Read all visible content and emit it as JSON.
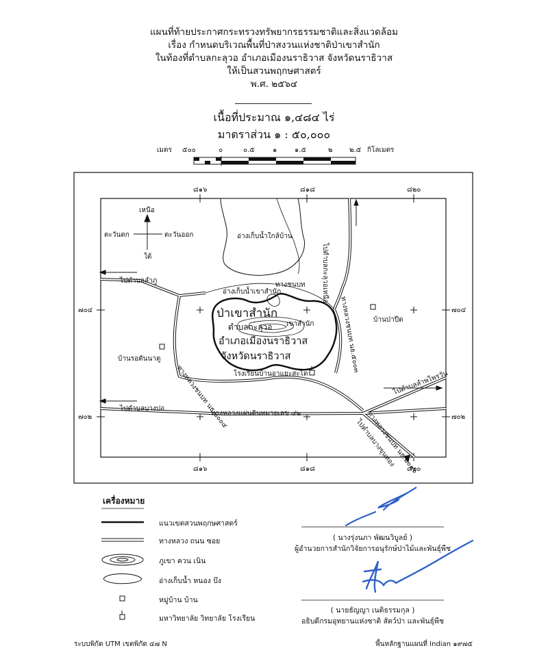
{
  "title": {
    "line1": "แผนที่ท้ายประกาศกระทรวงทรัพยากรธรรมชาติและสิ่งแวดล้อม",
    "line2": "เรื่อง  กำหนดบริเวณพื้นที่ป่าสงวนแห่งชาติป่าเขาสำนัก",
    "line3": "ในท้องที่ตำบลกะลุวอ  อำเภอเมืองนราธิวาส  จังหวัดนราธิวาส",
    "line4": "ให้เป็นสวนพฤกษศาสตร์",
    "year": "พ.ศ. ๒๕๖๔"
  },
  "area_text": "เนื้อที่ประมาณ  ๑,๔๘๔ ไร่",
  "scale_text": "มาตราส่วน  ๑ : ๕๐,๐๐๐",
  "scale_bar": {
    "unit_left": "เมตร",
    "unit_right": "กิโลเมตร",
    "ticks": [
      "๕๐๐",
      "๐",
      "๐.๕",
      "๑",
      "๑.๕",
      "๒",
      "๒.๕"
    ]
  },
  "grid": {
    "top": [
      "๘๑๖",
      "๘๑๘",
      "๘๒๐"
    ],
    "bottom": [
      "๘๑๖",
      "๘๑๘",
      "๘๒๐"
    ],
    "left": [
      "๗๐๔",
      "๗๐๒"
    ],
    "right": [
      "๗๐๔",
      "๗๐๒"
    ]
  },
  "compass": {
    "north": "เหนือ",
    "south": "ใต้",
    "west": "ตะวันตก",
    "east": "ตะวันออก"
  },
  "map_labels": {
    "reservoir_north": "อ่างเก็บน้ำใกล้บ้าน",
    "to_lam_phu": "ไปตำบลลำภู",
    "to_kaluwo_nuea": "ไปตำบลกะลุวอเหนือ",
    "reservoir_khao_samnak": "อ่างเก็บน้ำเขาสำนัก",
    "rural_road": "ทางชนบท",
    "forest_name": "ป่าเขาสำนัก",
    "tambon": "ตำบลกะลุวอ",
    "amphoe": "อำเภอเมืองนราธิวาส",
    "changwat": "จังหวัดนราธิวาส",
    "khao_samnak": "เขาสำนัก",
    "village_pa_pid": "บ้านป่าปีด",
    "village_ror_tan_na_tu": "บ้านรอตันนาตู",
    "school": "โรงเรียนบ้านอาแยะสะโต",
    "rural_highway_2004": "ทางหลวงชนบท นธ.๒๐๐๔",
    "rural_highway_5003": "ทางหลวงชนบท นธ.๕๐๐๓",
    "to_lam_phai": "ไปตำบลลำพไพรวัน",
    "to_bang_po": "ไปตำบลบางปอ",
    "highway_42": "ทางหลวงแผ่นดินหมายเลข  ๔๒",
    "rural_highway_2016": "ทางหลวงชนบท นธ.๒๐๑๖",
    "to_bang_khun_thong": "ไปตำบลบางขุนทอง"
  },
  "legend": {
    "title": "เครื่องหมาย",
    "items": [
      "แนวเขตสวนพฤกษศาสตร์",
      "ทางหลวง  ถนน  ซอย",
      "ภูเขา  ควน  เนิน",
      "อ่างเก็บน้ำ  หนอง  บึง",
      "หมู่บ้าน  บ้าน",
      "มหาวิทยาลัย  วิทยาลัย  โรงเรียน"
    ]
  },
  "signatures": [
    {
      "name": "( นางรุ่งนภา  พัฒนวิบูลย์ )",
      "position": "ผู้อำนวยการสำนักวิจัยการอนุรักษ์ป่าไม้และพันธุ์พืช",
      "ink_color": "#2f62c8"
    },
    {
      "name": "( นายธัญญา  เนติธรรมกุล )",
      "position": "อธิบดีกรมอุทยานแห่งชาติ สัตว์ป่า และพันธุ์พืช",
      "ink_color": "#2f5fcc"
    }
  ],
  "footer": {
    "left": "ระบบพิกัด  UTM  เขตพิกัด  ๔๗ N",
    "right": "พื้นหลักฐานแผนที่  Indian  ๑๙๗๕"
  }
}
